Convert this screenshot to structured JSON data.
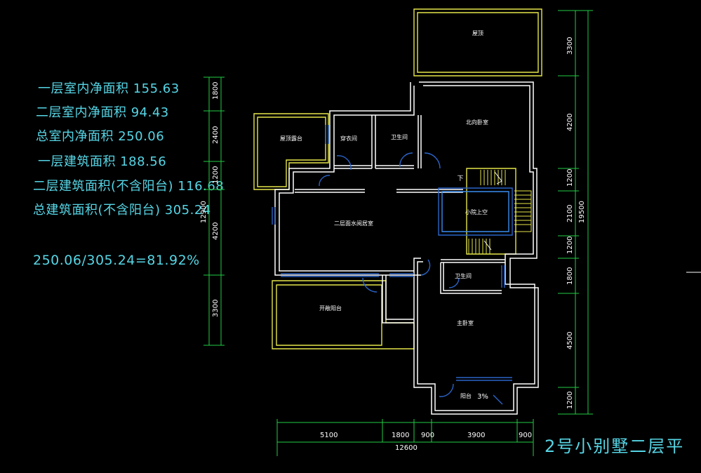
{
  "areas": {
    "l1": "一层室内净面积  155.63",
    "l2": "二层室内净面积  94.43",
    "l3": "总室内净面积  250.06",
    "l4": "一层建筑面积  188.56",
    "l5": "二层建筑面积(不含阳台)   116.68",
    "l6": "总建筑面积(不含阳台)    305.24",
    "ratio": "250.06/305.24=81.92%"
  },
  "title": "2号小别墅二层平",
  "rooms": {
    "roof": "屋顶",
    "north_bedroom": "北向卧室",
    "roof_terrace": "屋顶露台",
    "cloakroom": "穿衣间",
    "bath1": "卫生间",
    "down": "下",
    "void": "小院上空",
    "living": "二层面水阅居室",
    "bath2": "卫生间",
    "open_balcony": "开敞阳台",
    "master_bedroom": "主卧室",
    "balcony": "阳台",
    "slope": "3%"
  },
  "dims": {
    "left": [
      "1800",
      "2400",
      "1200",
      "4200",
      "3300"
    ],
    "left_total": "12900",
    "right": [
      "3300",
      "4200",
      "1200",
      "2100",
      "1200",
      "1800",
      "4500",
      "1200"
    ],
    "right_total": "19500",
    "bottom": [
      "5100",
      "1800",
      "900",
      "3900",
      "900"
    ],
    "bottom_total": "12600"
  },
  "colors": {
    "wall": "#ffffff",
    "outline": "#e6e64a",
    "text": "#56d6e6",
    "dim": "#22cc44",
    "glass": "#2a64c8",
    "room_label": "#ffffff"
  }
}
